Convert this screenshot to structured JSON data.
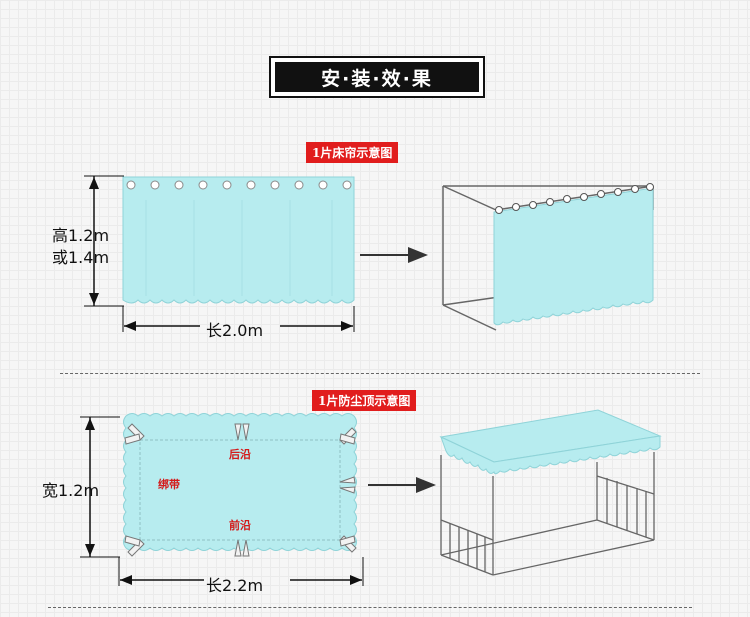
{
  "title": "安·装·效·果",
  "section1": {
    "label": "1片床帘示意图",
    "height_label_line1": "高1.2m",
    "height_label_line2": "或1.4m",
    "length_label": "长2.0m"
  },
  "section2": {
    "label": "1片防尘顶示意图",
    "width_label": "宽1.2m",
    "length_label": "长2.2m",
    "back_edge": "后沿",
    "front_edge": "前沿",
    "strap": "绑带"
  },
  "colors": {
    "fabric": "#b7ecef",
    "fabric_edge": "#8fd3d8",
    "label_red": "#e11d1d",
    "title_bg": "#111111"
  }
}
